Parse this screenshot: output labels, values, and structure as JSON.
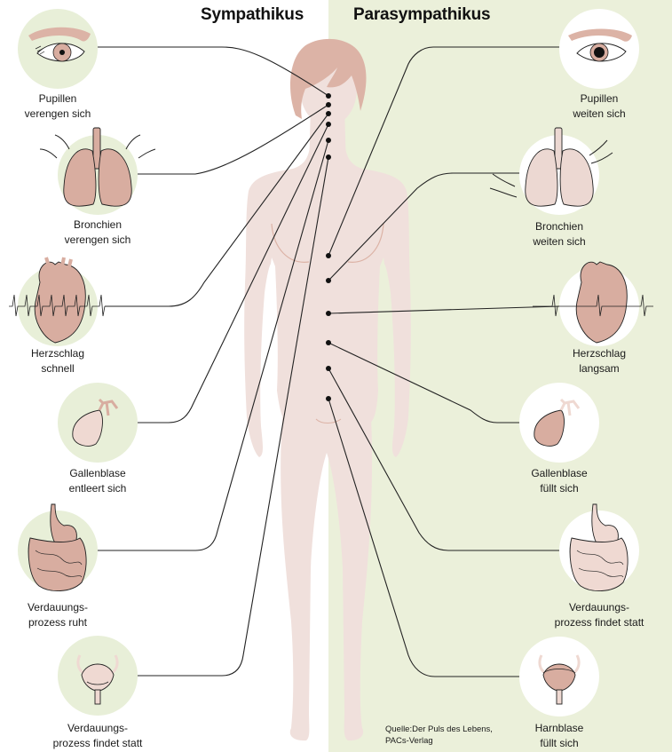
{
  "headings": {
    "left": "Sympathikus",
    "right": "Parasympathikus"
  },
  "colors": {
    "right_panel": "#ebf0da",
    "left_circle": "#e8efd8",
    "right_circle": "#ffffff",
    "skin": "#f0e0dc",
    "hair": "#dcb3a6",
    "organ": "#d8ada0",
    "line": "#222222"
  },
  "sympathikus": [
    {
      "organ": "eye-icon",
      "line1": "Pupillen",
      "line2": "verengen sich"
    },
    {
      "organ": "lungs-icon",
      "line1": "Bronchien",
      "line2": "verengen sich"
    },
    {
      "organ": "heart-icon",
      "line1": "Herzschlag",
      "line2": "schnell"
    },
    {
      "organ": "gallbladder-icon",
      "line1": "Gallenblase",
      "line2": "entleert sich"
    },
    {
      "organ": "digestive-tract-icon",
      "line1": "Verdauungs-",
      "line2": "prozess ruht"
    },
    {
      "organ": "bladder-icon",
      "line1": "Verdauungs-",
      "line2": "prozess findet statt"
    }
  ],
  "parasympathikus": [
    {
      "organ": "eye-icon",
      "line1": "Pupillen",
      "line2": "weiten sich"
    },
    {
      "organ": "lungs-icon",
      "line1": "Bronchien",
      "line2": "weiten sich"
    },
    {
      "organ": "heart-icon",
      "line1": "Herzschlag",
      "line2": "langsam"
    },
    {
      "organ": "gallbladder-icon",
      "line1": "Gallenblase",
      "line2": "füllt sich"
    },
    {
      "organ": "digestive-tract-icon",
      "line1": "Verdauungs-",
      "line2": "prozess findet statt"
    },
    {
      "organ": "bladder-icon",
      "line1": "Harnblase",
      "line2": "füllt sich"
    }
  ],
  "source": {
    "line1": "Quelle:Der Puls des Lebens,",
    "line2": "PACs-Verlag"
  }
}
